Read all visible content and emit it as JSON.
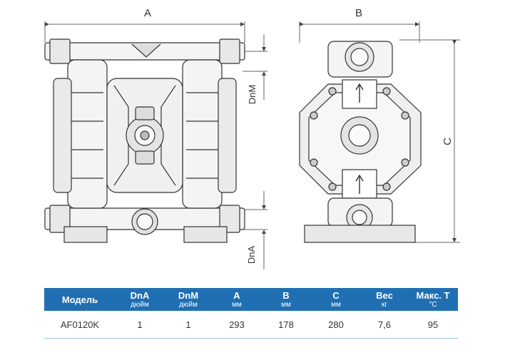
{
  "dimensions": {
    "width_label": "A",
    "depth_label": "B",
    "height_label": "C",
    "inlet_label": "DnA",
    "outlet_label": "DnM"
  },
  "table": {
    "headers": [
      {
        "title": "Модель",
        "unit": ""
      },
      {
        "title": "DnA",
        "unit": "дюйм"
      },
      {
        "title": "DnM",
        "unit": "дюйм"
      },
      {
        "title": "A",
        "unit": "мм"
      },
      {
        "title": "B",
        "unit": "мм"
      },
      {
        "title": "C",
        "unit": "мм"
      },
      {
        "title": "Вес",
        "unit": "кг"
      },
      {
        "title": "Макс. T",
        "unit": "°C"
      }
    ],
    "rows": [
      [
        "AF0120K",
        "1",
        "1",
        "293",
        "178",
        "280",
        "7,6",
        "95"
      ]
    ]
  }
}
